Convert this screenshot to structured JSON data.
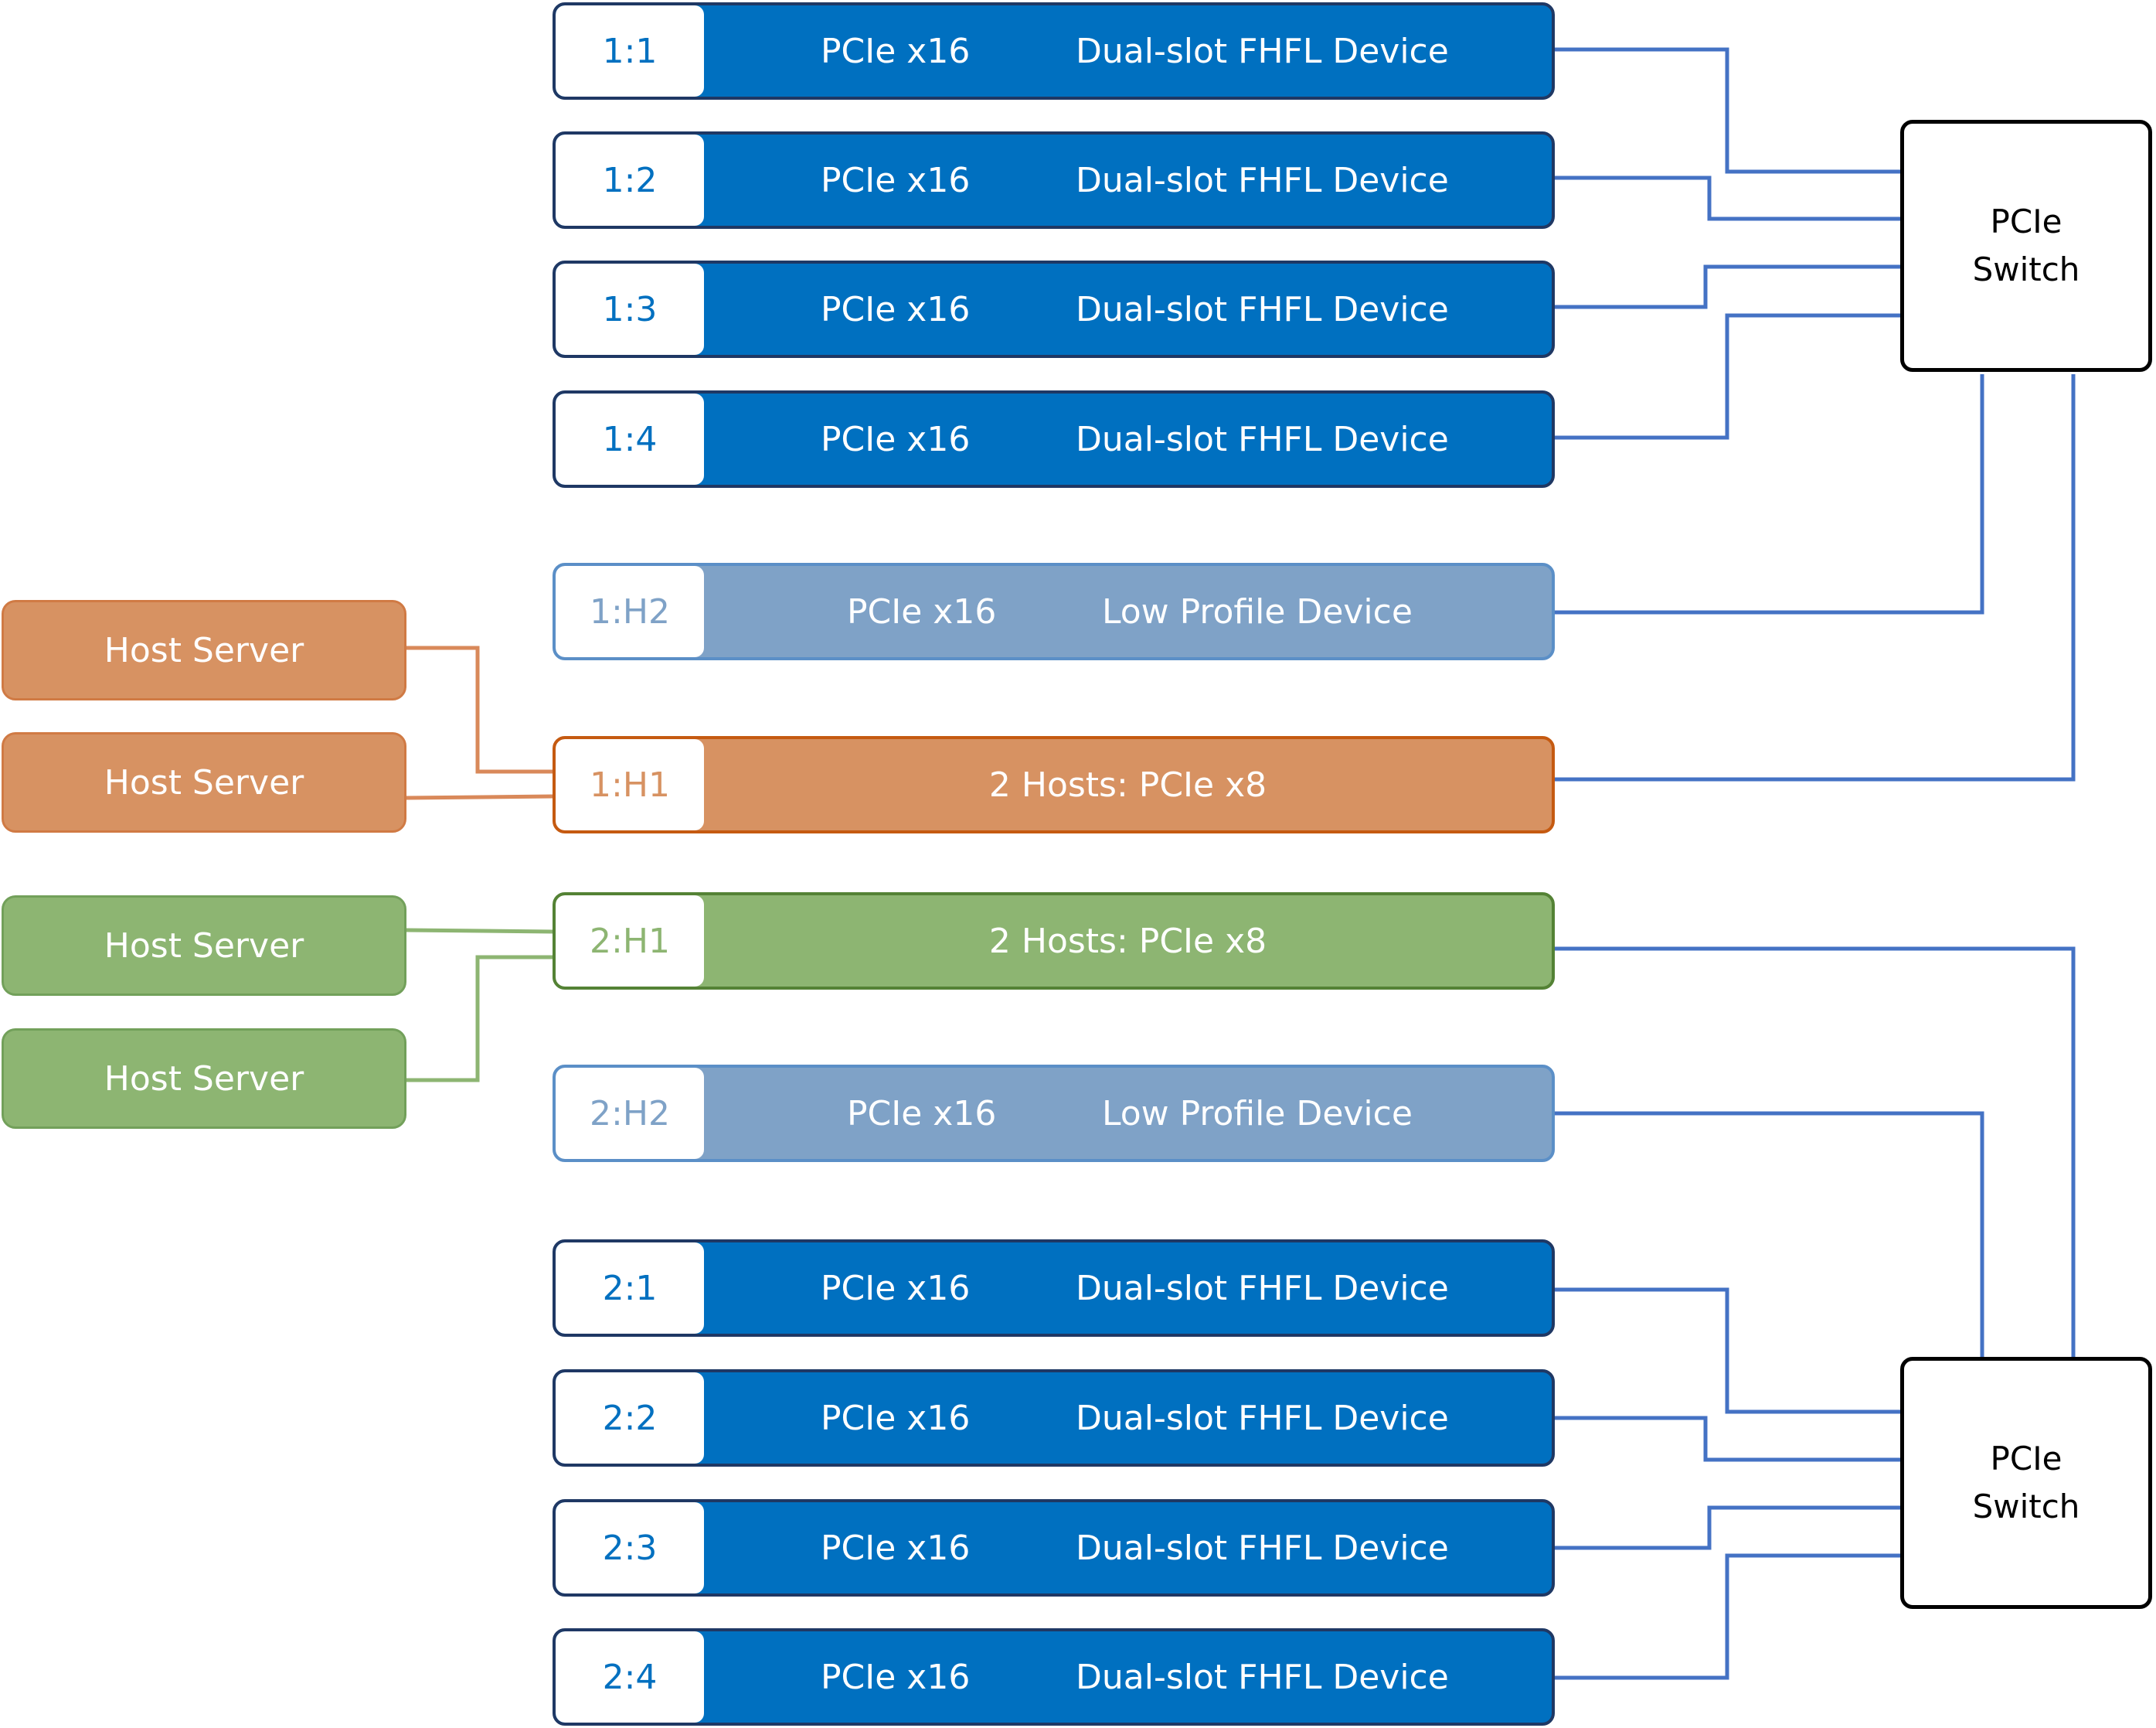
{
  "group1": {
    "slots": [
      {
        "id": "1:1",
        "bus": "PCIe x16",
        "device": "Dual-slot FHFL Device"
      },
      {
        "id": "1:2",
        "bus": "PCIe x16",
        "device": "Dual-slot FHFL Device"
      },
      {
        "id": "1:3",
        "bus": "PCIe x16",
        "device": "Dual-slot FHFL Device"
      },
      {
        "id": "1:4",
        "bus": "PCIe x16",
        "device": "Dual-slot FHFL Device"
      }
    ],
    "low_profile": {
      "id": "1:H2",
      "bus": "PCIe x16",
      "device": "Low Profile Device"
    },
    "host_slot": {
      "id": "1:H1",
      "label": "2 Hosts: PCIe x8"
    },
    "servers": [
      "Host Server",
      "Host Server"
    ],
    "switch": {
      "line1": "PCIe",
      "line2": "Switch"
    }
  },
  "group2": {
    "host_slot": {
      "id": "2:H1",
      "label": "2 Hosts: PCIe x8"
    },
    "servers": [
      "Host Server",
      "Host Server"
    ],
    "low_profile": {
      "id": "2:H2",
      "bus": "PCIe x16",
      "device": "Low Profile Device"
    },
    "slots": [
      {
        "id": "2:1",
        "bus": "PCIe x16",
        "device": "Dual-slot FHFL Device"
      },
      {
        "id": "2:2",
        "bus": "PCIe x16",
        "device": "Dual-slot FHFL Device"
      },
      {
        "id": "2:3",
        "bus": "PCIe x16",
        "device": "Dual-slot FHFL Device"
      },
      {
        "id": "2:4",
        "bus": "PCIe x16",
        "device": "Dual-slot FHFL Device"
      }
    ],
    "switch": {
      "line1": "PCIe",
      "line2": "Switch"
    }
  },
  "colors": {
    "slot_blue": "#0070c0",
    "low_profile": "#7fa2c7",
    "host_orange": "#d79262",
    "host_green": "#8db572",
    "wire_blue": "#4472c4",
    "wire_orange": "#d9895a",
    "wire_green": "#8db572"
  }
}
